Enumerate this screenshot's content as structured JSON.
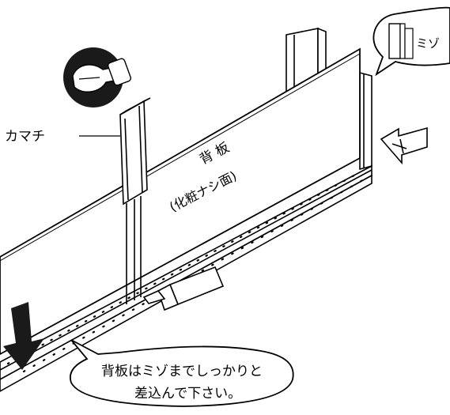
{
  "labels": {
    "kamachi": "カマチ",
    "back_panel_title": "背 板",
    "back_panel_sub": "(化粧ナシ面)",
    "groove_callout": "ミゾ",
    "instruction_line1": "背板はミゾまでしっかりと",
    "instruction_line2": "差込んで下さい。"
  },
  "icons": {
    "hammer": "hammer-in-hand-icon",
    "push_arrow": "down-arrow-icon",
    "direction_arrow": "left-arrow-icon"
  },
  "colors": {
    "line": "#000000",
    "background": "#ffffff",
    "dark_fill": "#1a1a1a"
  }
}
